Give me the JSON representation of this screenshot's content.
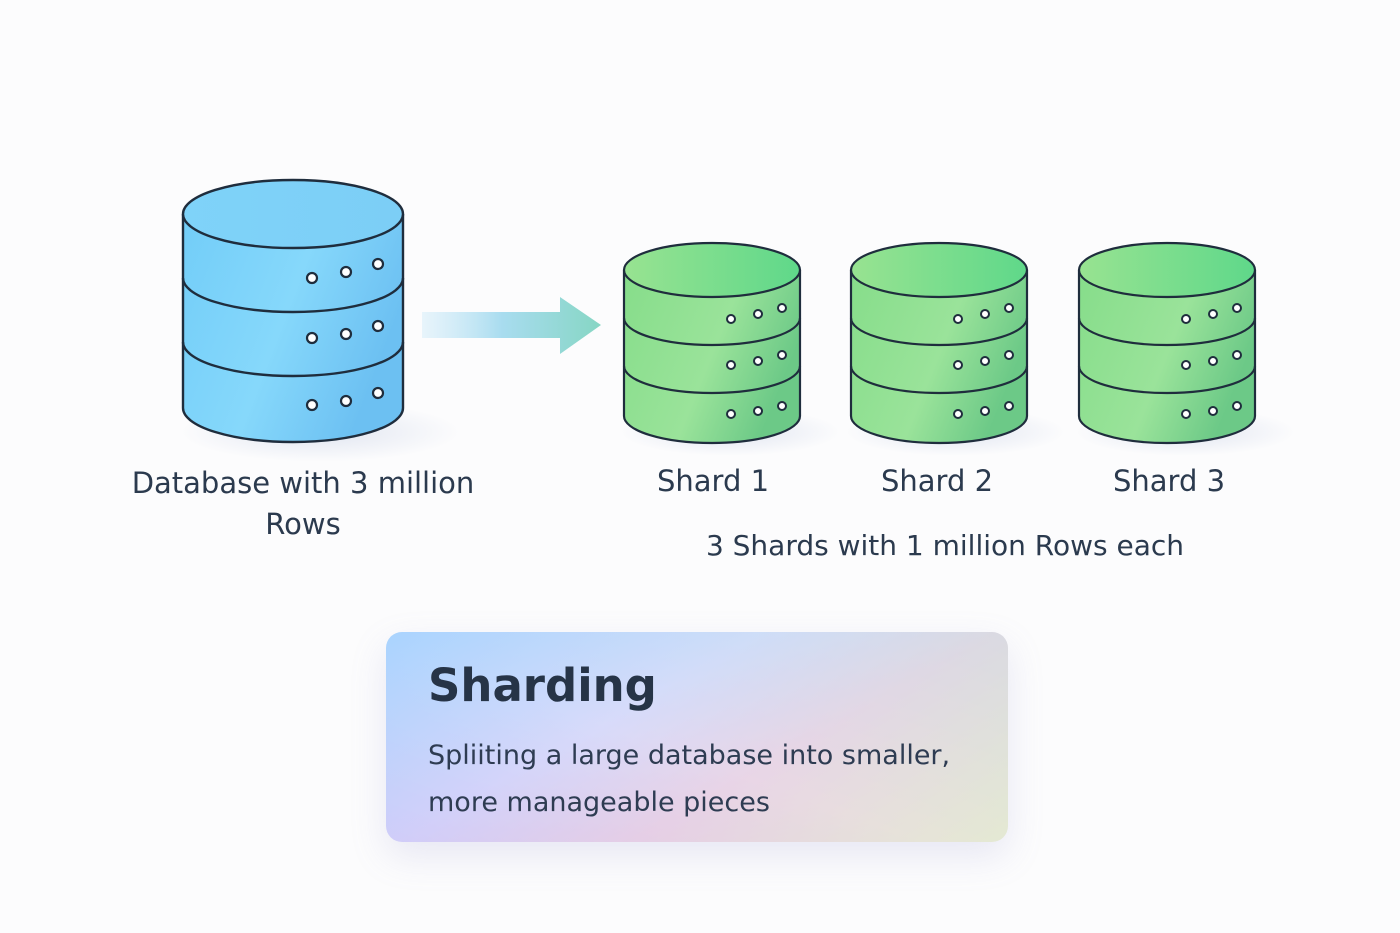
{
  "source": {
    "label": "Database with 3 million Rows",
    "color": "#7fd1f7"
  },
  "shards": [
    {
      "label": "Shard 1"
    },
    {
      "label": "Shard 2"
    },
    {
      "label": "Shard 3"
    }
  ],
  "shard_color": "#8ee08f",
  "arrow_color": "#8dd5c8",
  "shards_caption": "3 Shards with 1 million Rows each",
  "card": {
    "title": "Sharding",
    "description": "Spliiting a large database into smaller, more manageable pieces"
  },
  "icons": [
    "database-icon",
    "arrow-right-icon"
  ]
}
